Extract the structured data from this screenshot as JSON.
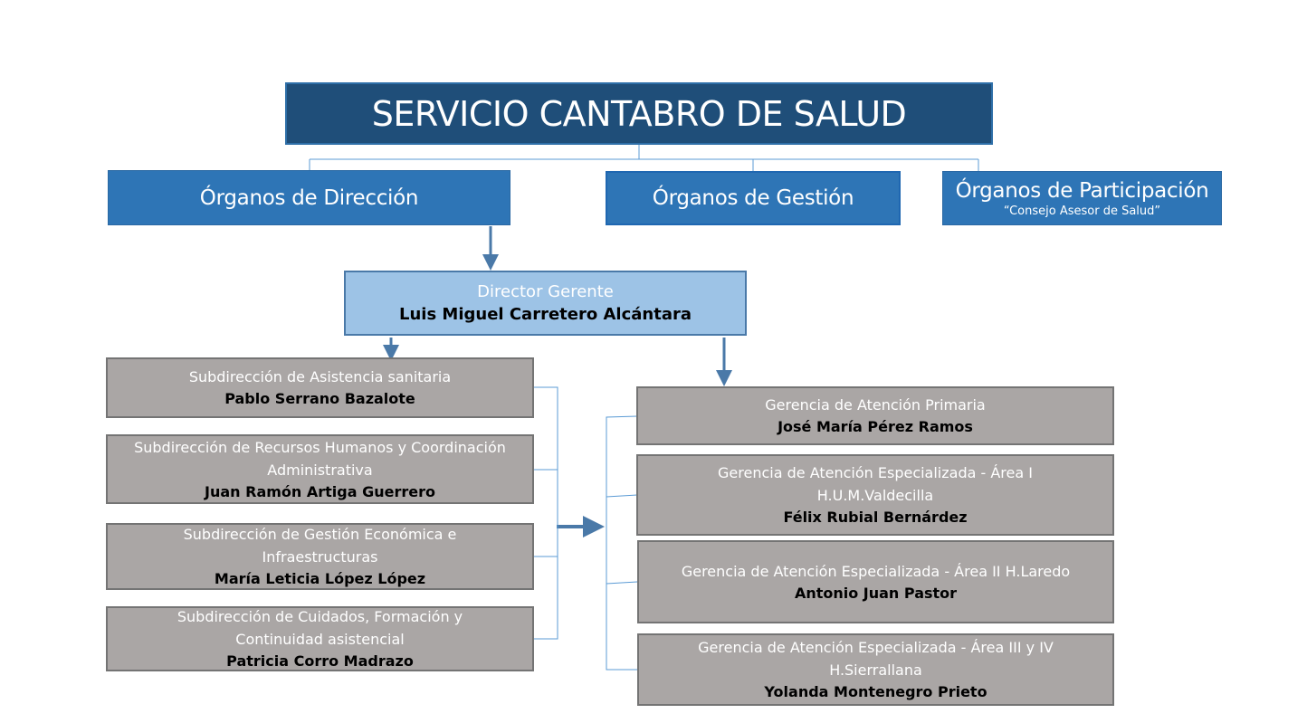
{
  "title": "SERVICIO CANTABRO DE SALUD",
  "organos": [
    {
      "title": "Órganos de Dirección",
      "subtitle": ""
    },
    {
      "title": "Órganos de Gestión",
      "subtitle": ""
    },
    {
      "title": "Órganos de Participación",
      "subtitle": "“Consejo Asesor de Salud”"
    }
  ],
  "director": {
    "role": "Director Gerente",
    "name": "Luis Miguel Carretero Alcántara"
  },
  "subdirecciones": [
    {
      "role_lines": [
        "Subdirección de Asistencia sanitaria"
      ],
      "name": "Pablo Serrano Bazalote"
    },
    {
      "role_lines": [
        "Subdirección de Recursos Humanos y Coordinación",
        "Administrativa"
      ],
      "name": "Juan Ramón Artiga Guerrero"
    },
    {
      "role_lines": [
        "Subdirección de Gestión Económica e",
        "Infraestructuras"
      ],
      "name": "María Leticia López López"
    },
    {
      "role_lines": [
        "Subdirección de Cuidados, Formación y",
        "Continuidad asistencial"
      ],
      "name": "Patricia Corro Madrazo"
    }
  ],
  "gerencias": [
    {
      "role_lines": [
        "Gerencia de Atención Primaria"
      ],
      "name": "José María Pérez Ramos"
    },
    {
      "role_lines": [
        "Gerencia de Atención Especializada - Área I",
        "H.U.M.Valdecilla"
      ],
      "name": "Félix Rubial Bernárdez"
    },
    {
      "role_lines": [
        "Gerencia de Atención Especializada - Área II H.Laredo"
      ],
      "name": "Antonio Juan Pastor"
    },
    {
      "role_lines": [
        "Gerencia de Atención Especializada - Área III y IV",
        "H.Sierrallana"
      ],
      "name": "Yolanda Montenegro Prieto"
    }
  ]
}
